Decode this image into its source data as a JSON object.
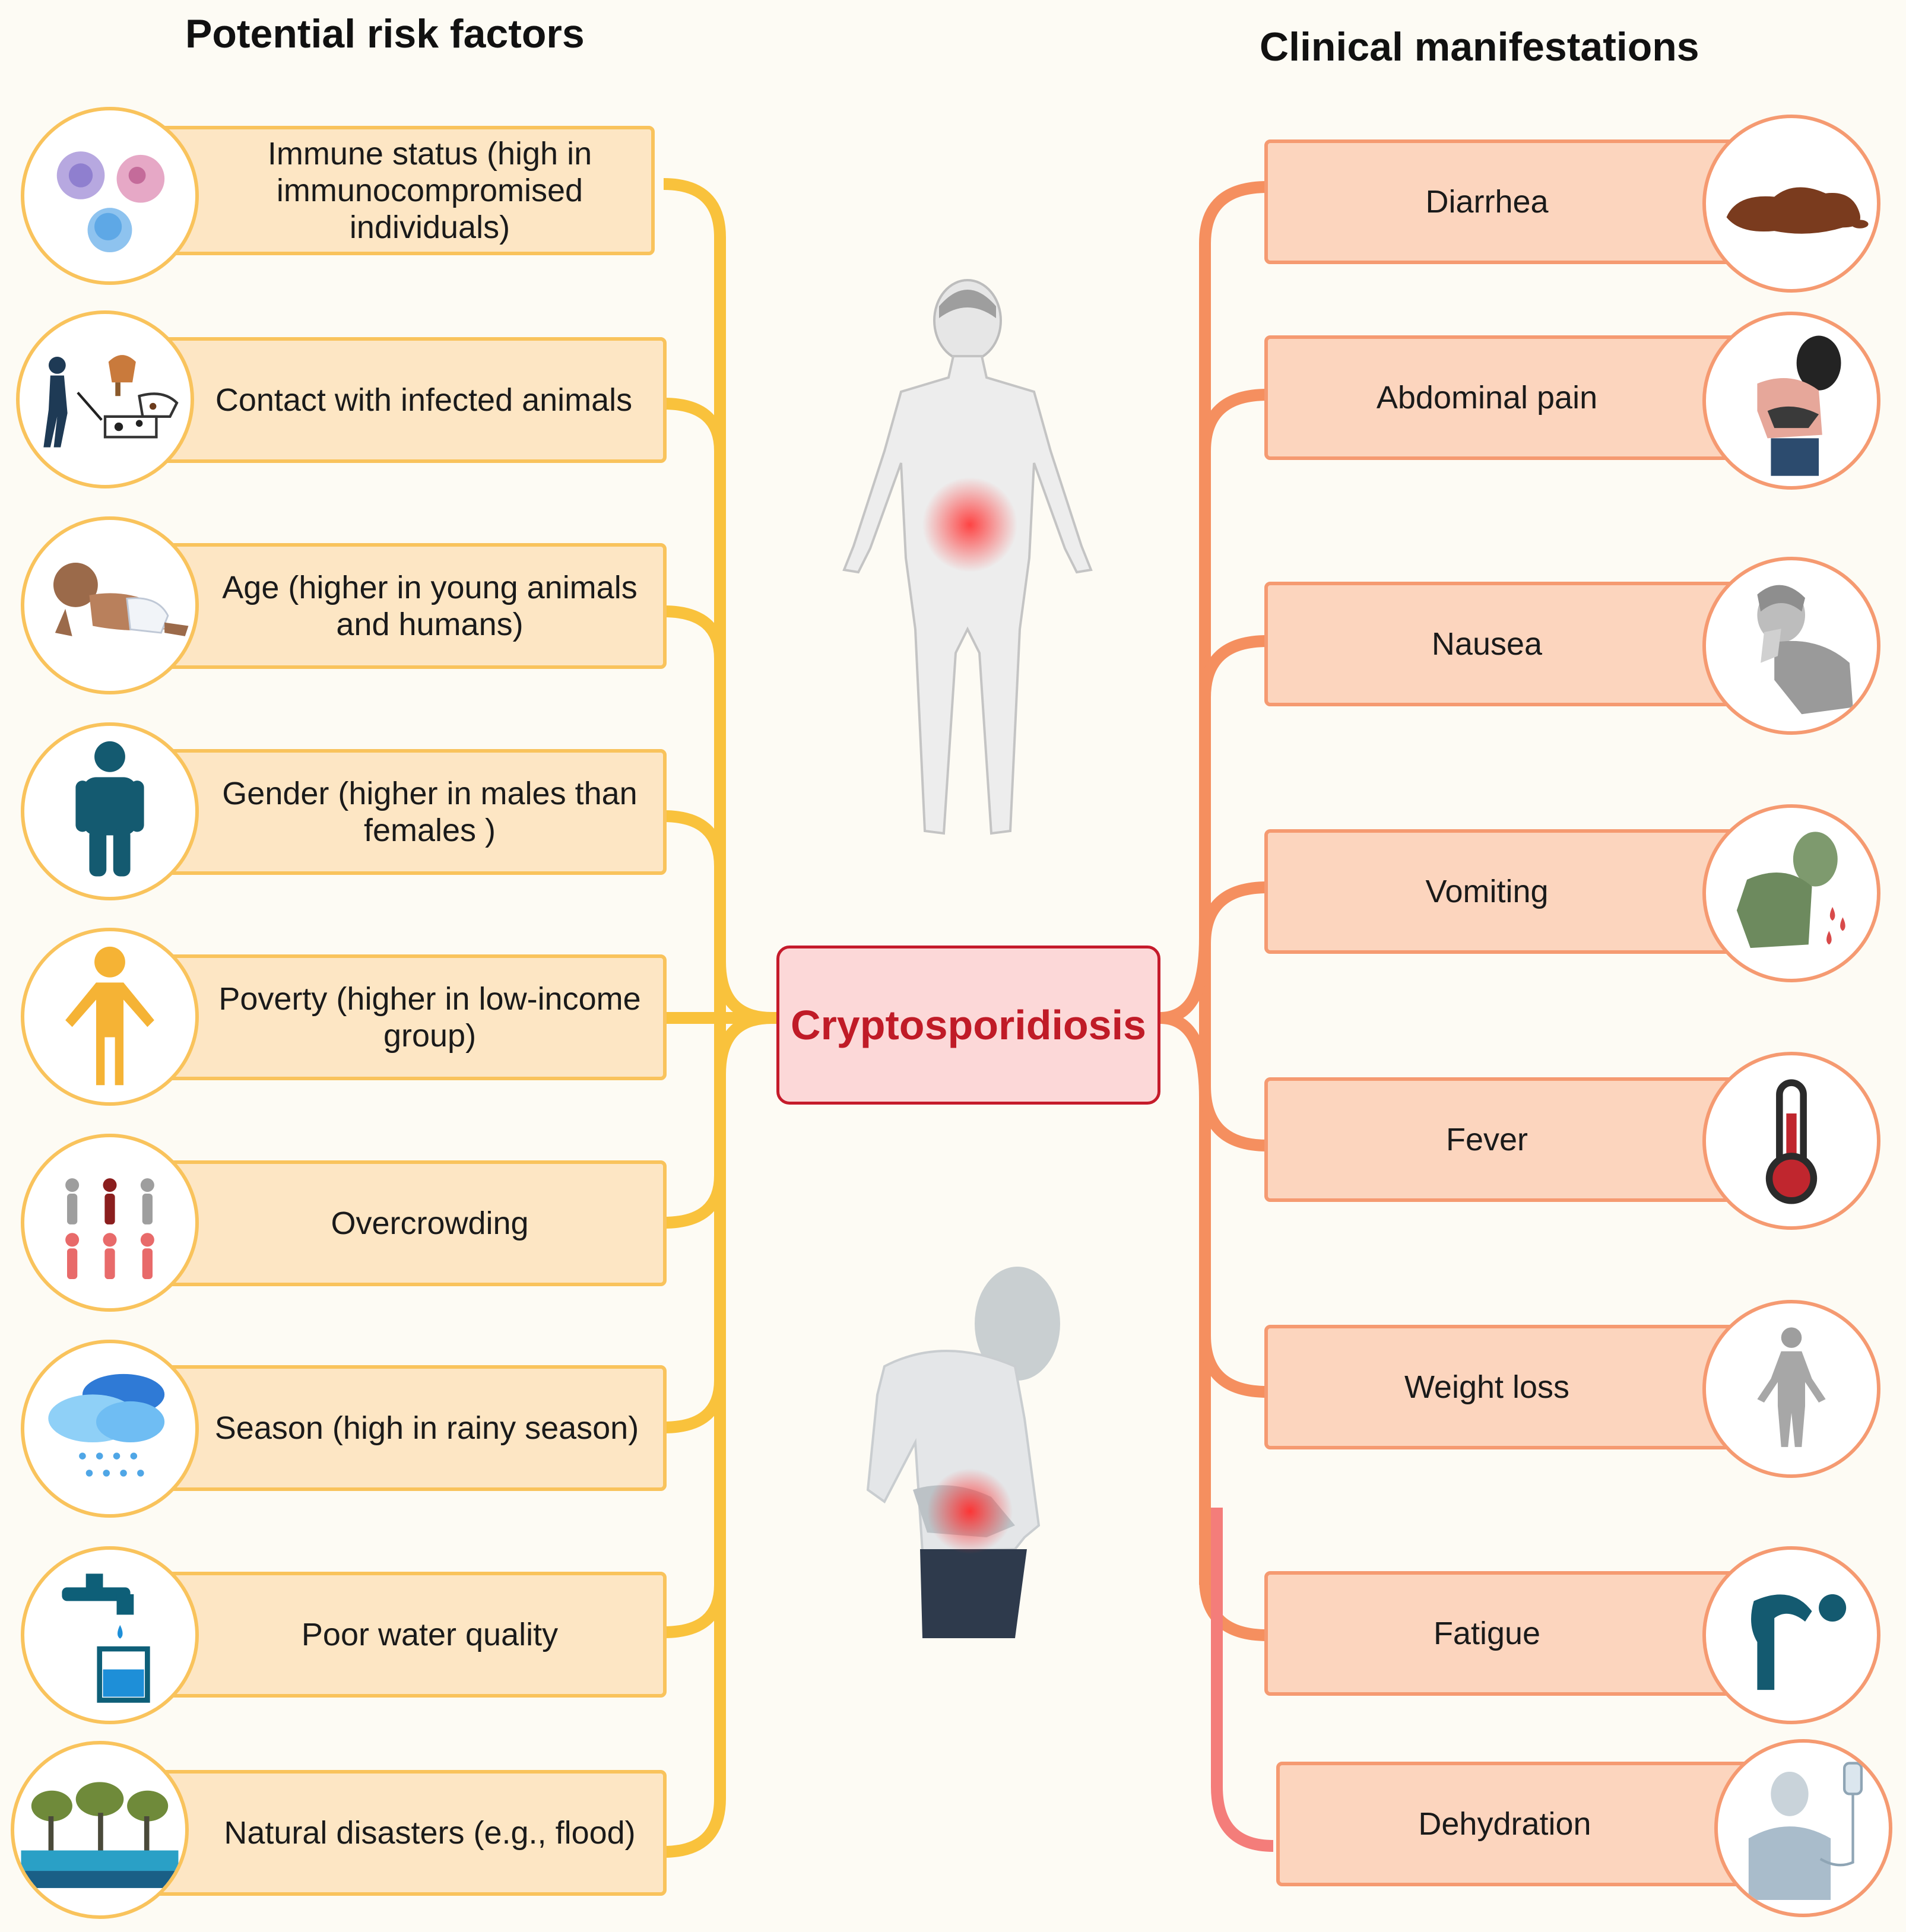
{
  "colors": {
    "risk_line": "#f9c23c",
    "risk_box": "#fde6c4",
    "clinical_line": "#f58f5f",
    "clinical_box": "#fcd5be",
    "center_border": "#c51b2b",
    "center_text": "#c01b27"
  },
  "left_title": "Potential risk factors",
  "right_title": "Clinical manifestations",
  "center_label": "Cryptosporidiosis",
  "risk_factors": [
    {
      "label": "Immune status (high in immunocompromised individuals)",
      "icon": "immune-cells-icon"
    },
    {
      "label": "Contact with infected animals",
      "icon": "person-animals-icon"
    },
    {
      "label": "Age (higher in young animals and humans)",
      "icon": "baby-icon"
    },
    {
      "label": "Gender (higher in males than females )",
      "icon": "male-icon"
    },
    {
      "label": "Poverty (higher in low-income group)",
      "icon": "thin-person-icon"
    },
    {
      "label": "Overcrowding",
      "icon": "crowd-icon"
    },
    {
      "label": "Season (high in rainy season)",
      "icon": "rain-cloud-icon"
    },
    {
      "label": "Poor water quality",
      "icon": "water-tap-icon"
    },
    {
      "label": "Natural disasters (e.g., flood)",
      "icon": "flood-icon"
    }
  ],
  "clinical_manifestations": [
    {
      "label": "Diarrhea",
      "icon": "diarrhea-icon"
    },
    {
      "label": "Abdominal pain",
      "icon": "abdominal-pain-icon"
    },
    {
      "label": "Nausea",
      "icon": "nausea-icon"
    },
    {
      "label": "Vomiting",
      "icon": "vomiting-icon"
    },
    {
      "label": "Fever",
      "icon": "thermometer-icon"
    },
    {
      "label": "Weight loss",
      "icon": "weight-loss-icon"
    },
    {
      "label": "Fatigue",
      "icon": "fatigue-icon"
    },
    {
      "label": "Dehydration",
      "icon": "dehydration-icon"
    }
  ]
}
